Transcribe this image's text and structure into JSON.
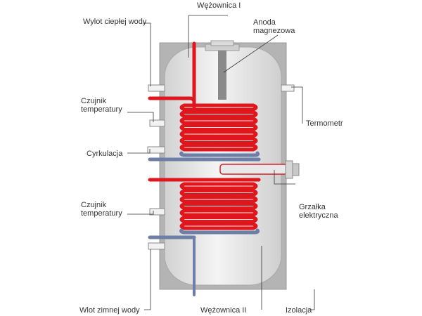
{
  "labels": {
    "hot_water_outlet": "Wylot ciepłej wody",
    "coil_1": "Wężownica I",
    "magnesium_anode": "Anoda\nmagnezowa",
    "temp_sensor_top": "Czujnik\ntemperatury",
    "thermometer": "Termometr",
    "circulation": "Cyrkulacja",
    "electric_heater": "Grzałka\nelektryczna",
    "temp_sensor_bottom": "Czujnik\ntemperatury",
    "cold_water_inlet": "Wlot zimnej wody",
    "coil_2": "Wężownica II",
    "insulation": "Izolacja"
  },
  "colors": {
    "insulation": "#b4b4b4",
    "tank": "#e6e6e6",
    "coil_hot": "#e0161d",
    "coil_cold": "#6d7fa6",
    "anode": "#8a8a8a",
    "text": "#333333"
  }
}
